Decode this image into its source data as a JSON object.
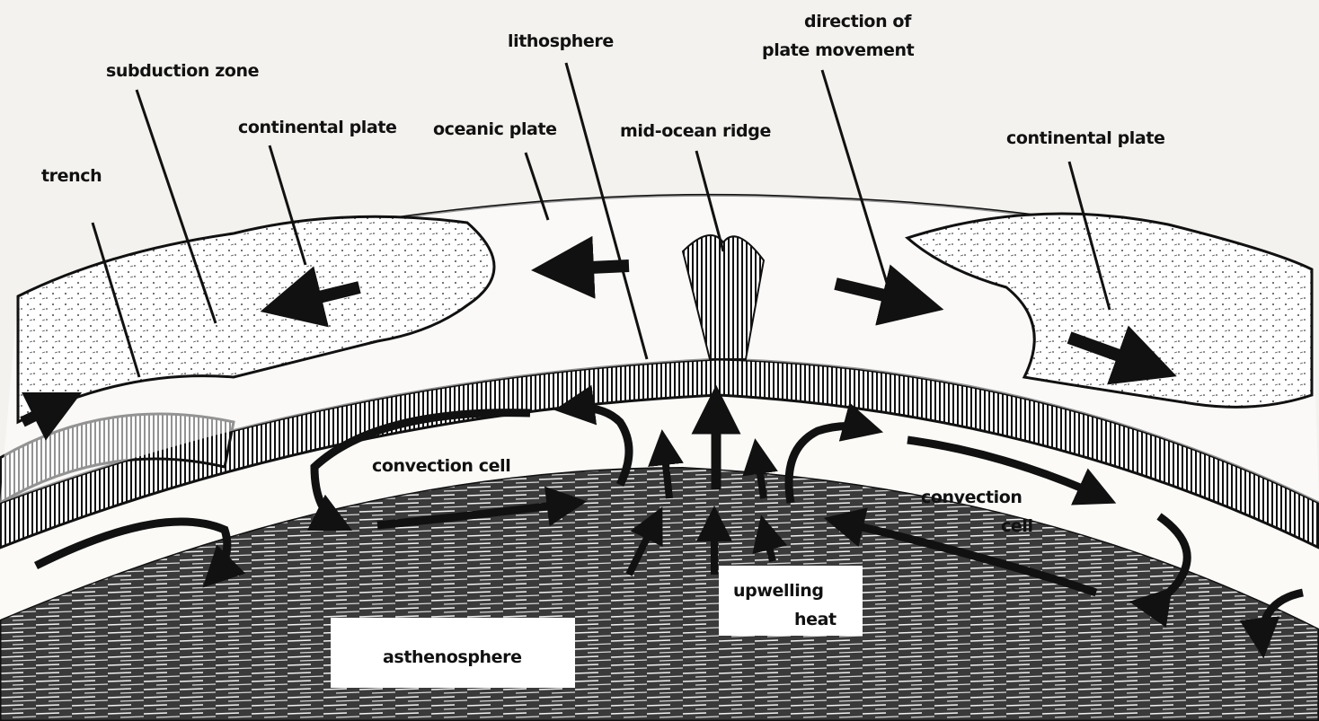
{
  "diagram": {
    "labels": {
      "subduction_zone": "subduction zone",
      "trench": "trench",
      "continental_plate_left": "continental plate",
      "oceanic_plate": "oceanic plate",
      "lithosphere": "lithosphere",
      "mid_ocean_ridge": "mid-ocean ridge",
      "direction_line1": "direction of",
      "direction_line2": "plate movement",
      "continental_plate_right": "continental plate",
      "convection_cell_left": "convection cell",
      "convection_cell_right_line1": "convection",
      "convection_cell_right_line2": "cell",
      "upwelling_line1": "upwelling",
      "upwelling_line2": "heat",
      "asthenosphere": "asthenosphere"
    },
    "colors": {
      "ink": "#111111",
      "paper": "#f4f2ee",
      "mantle": "#2b2b2b"
    }
  }
}
